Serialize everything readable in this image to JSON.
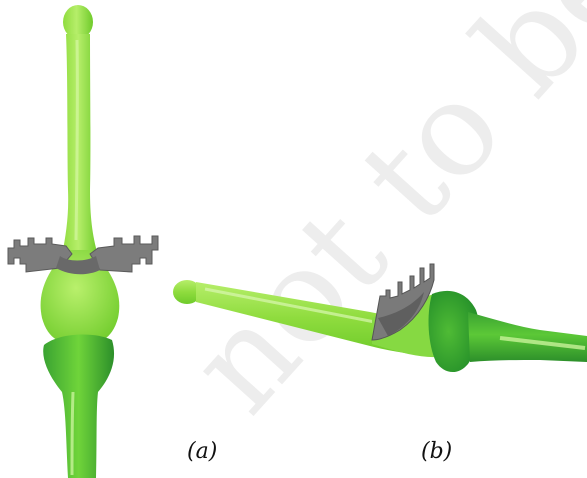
{
  "watermark": {
    "text": "not to be"
  },
  "figure": {
    "labels": {
      "a": "(a)",
      "b": "(b)"
    },
    "colors": {
      "stalk_light": "#a6e65a",
      "stalk_mid": "#7dd62e",
      "stalk_dark": "#2f9a2a",
      "stalk_highlight": "#d9f7b0",
      "collar_gray": "#7a7a7a",
      "collar_dark": "#565656",
      "watermark": "#e6e6e6"
    }
  }
}
